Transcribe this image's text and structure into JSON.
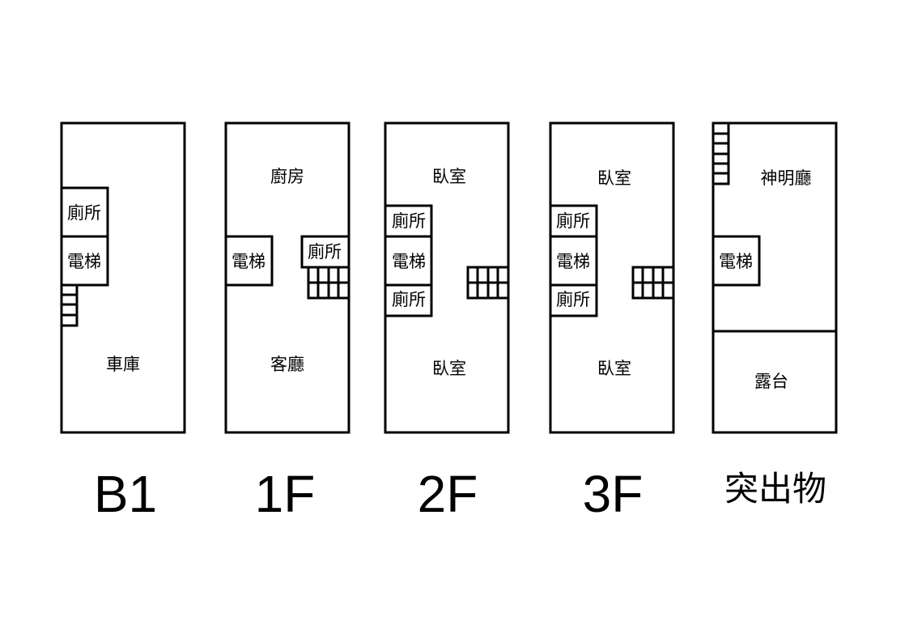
{
  "floors": [
    {
      "label": "B1",
      "rooms": {
        "restroom": "廁所",
        "elevator": "電梯",
        "garage": "車庫"
      }
    },
    {
      "label": "1F",
      "rooms": {
        "kitchen": "廚房",
        "elevator": "電梯",
        "restroom": "廁所",
        "living_room": "客廳"
      }
    },
    {
      "label": "2F",
      "rooms": {
        "bedroom_top": "臥室",
        "restroom_top": "廁所",
        "elevator": "電梯",
        "restroom_bottom": "廁所",
        "bedroom_bottom": "臥室"
      }
    },
    {
      "label": "3F",
      "rooms": {
        "bedroom_top": "臥室",
        "restroom_top": "廁所",
        "elevator": "電梯",
        "restroom_bottom": "廁所",
        "bedroom_bottom": "臥室"
      }
    },
    {
      "label": "突出物",
      "rooms": {
        "shrine": "神明廳",
        "elevator": "電梯",
        "terrace": "露台"
      }
    }
  ]
}
